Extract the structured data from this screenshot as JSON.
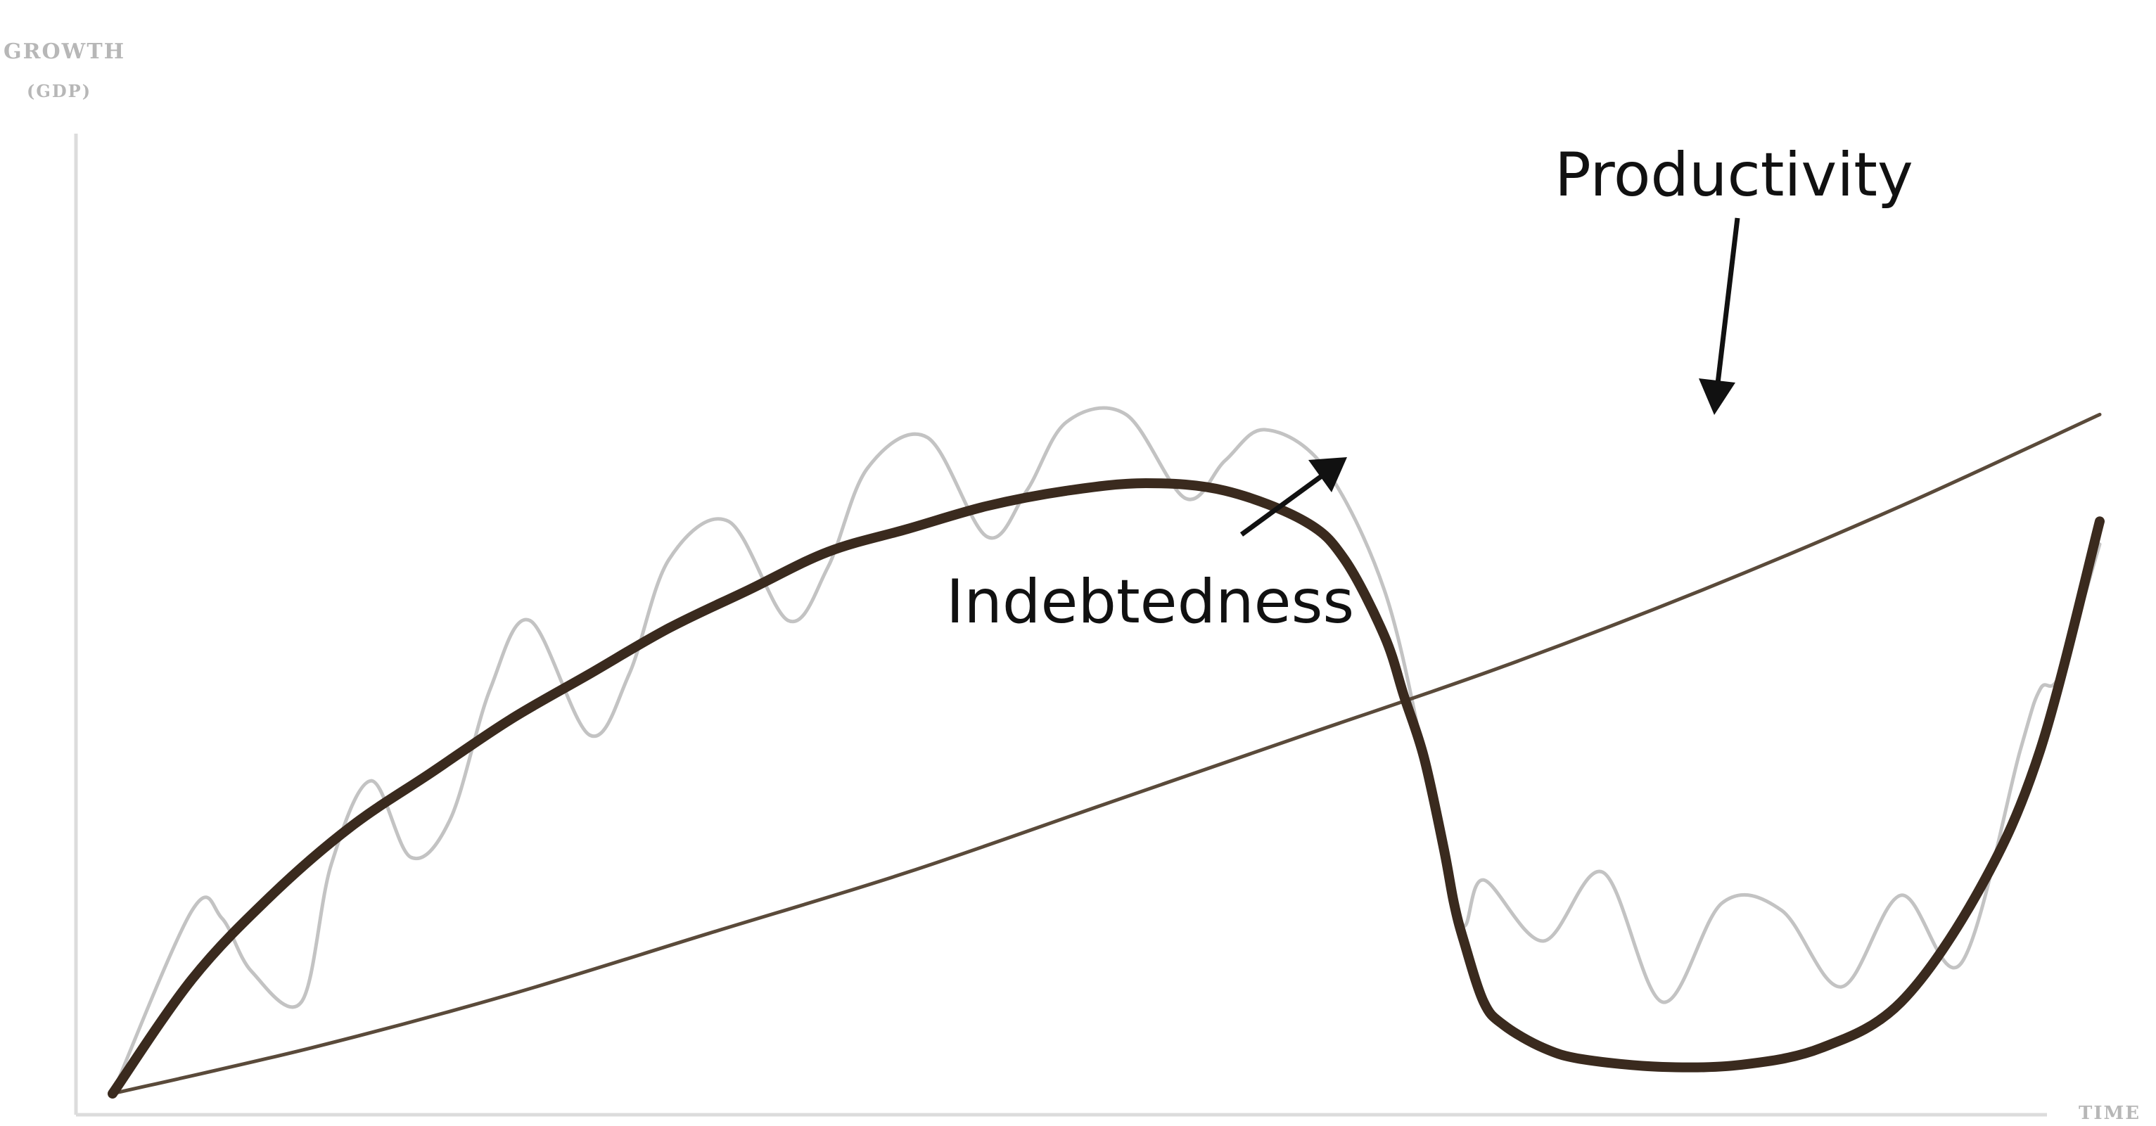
{
  "chart_data": {
    "type": "line",
    "title": "",
    "ylabel": "GROWTH",
    "ylabel_sub": "(GDP)",
    "xlabel": "TIME",
    "grid": false,
    "legend": "none",
    "xlim": [
      0,
      100
    ],
    "ylim": [
      0,
      100
    ],
    "series": [
      {
        "key": "productivity",
        "color": "#5a4a3a",
        "style": "thin",
        "x": [
          0,
          10,
          20,
          30,
          40,
          50,
          60,
          70,
          80,
          90,
          100
        ],
        "y": [
          0,
          6,
          13,
          21,
          29,
          38,
          47,
          56,
          66,
          77,
          89
        ]
      },
      {
        "key": "indebtedness",
        "color": "#3a2a1e",
        "style": "bold",
        "x": [
          0,
          4,
          8,
          12,
          16,
          20,
          24,
          28,
          32,
          36,
          40,
          44,
          48,
          52,
          56,
          60,
          62,
          64,
          65,
          66,
          67,
          67.5,
          68,
          69,
          70,
          72,
          74,
          78,
          82,
          86,
          90,
          94,
          97,
          100
        ],
        "y": [
          0,
          15,
          26,
          35,
          42,
          49,
          55,
          61,
          66,
          71,
          74,
          77,
          79,
          80,
          79,
          75,
          70,
          60,
          52,
          44,
          32,
          25,
          20,
          12,
          9,
          6,
          4.5,
          3.5,
          3.8,
          6,
          12,
          27,
          45,
          75
        ]
      },
      {
        "key": "growth-cycle",
        "color": "#c3c3c3",
        "style": "thin",
        "x": [
          0,
          4,
          5.5,
          7,
          9.5,
          11,
          13,
          15,
          17,
          19,
          21,
          24,
          26,
          28,
          31,
          34,
          36,
          38,
          41,
          44,
          46,
          48,
          51,
          54,
          56,
          58,
          61,
          64,
          66,
          67,
          68,
          69,
          72,
          75,
          78,
          81,
          84,
          87,
          90,
          93,
          96,
          97,
          98,
          100
        ],
        "y": [
          0,
          24,
          23,
          16,
          12,
          30,
          41,
          31,
          36,
          53,
          62,
          47,
          55,
          70,
          75,
          62,
          69,
          82,
          86,
          73,
          79,
          88,
          89,
          78,
          83,
          87,
          82,
          66,
          44,
          30,
          22,
          28,
          20,
          29,
          12,
          25,
          24,
          14,
          26,
          17,
          45,
          53,
          55,
          72
        ]
      }
    ],
    "annotations": [
      {
        "key": "productivity",
        "text": "Productivity"
      },
      {
        "key": "indebtedness",
        "text": "Indebtedness"
      }
    ]
  }
}
